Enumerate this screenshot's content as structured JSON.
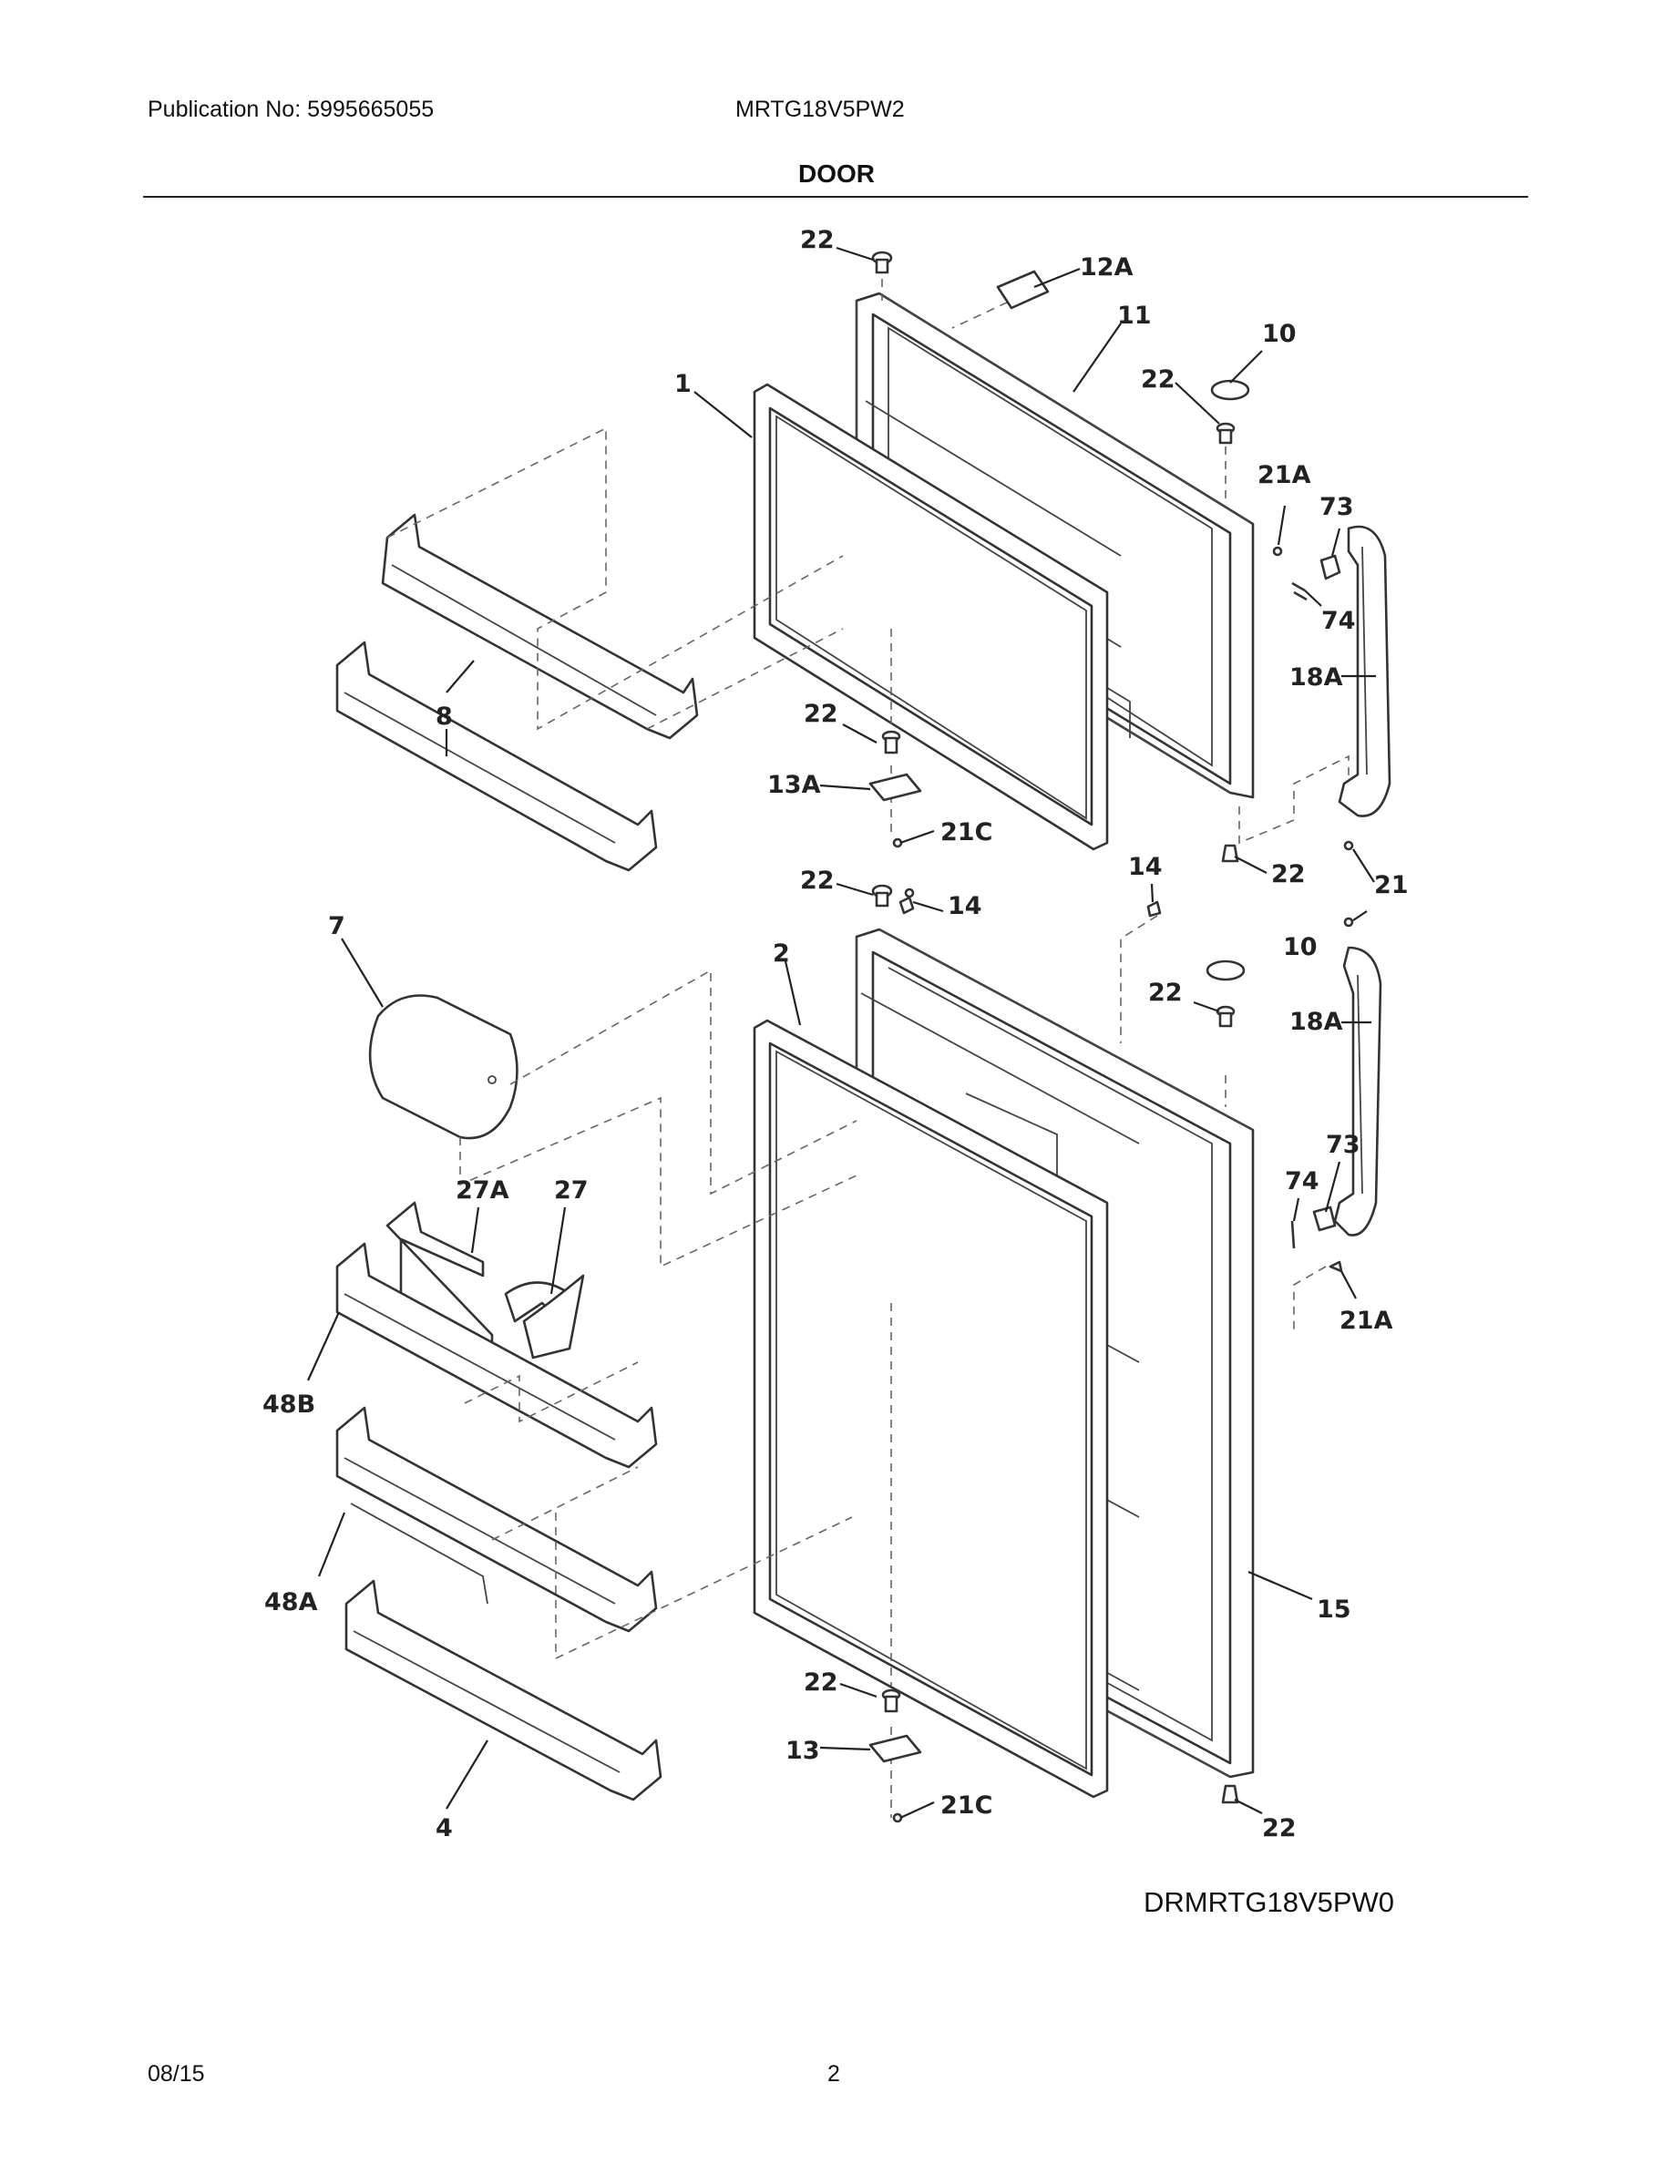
{
  "header": {
    "publication": "Publication No: 5995665055",
    "model": "MRTG18V5PW2",
    "section_title": "DOOR"
  },
  "callouts": {
    "c22a": "22",
    "c12A": "12A",
    "c11": "11",
    "c10a": "10",
    "c22b": "22",
    "c1": "1",
    "c21Aa": "21A",
    "c73a": "73",
    "c74a": "74",
    "c18Aa": "18A",
    "c8": "8",
    "c22c": "22",
    "c13A": "13A",
    "c21Ca": "21C",
    "c14a": "14",
    "c22d": "22",
    "c22e": "22",
    "c14b": "14",
    "c21": "21",
    "c7": "7",
    "c2": "2",
    "c10b": "10",
    "c22f": "22",
    "c18Ab": "18A",
    "c73b": "73",
    "c74b": "74",
    "c27A": "27A",
    "c27": "27",
    "c21Ab": "21A",
    "c48B": "48B",
    "c48A": "48A",
    "c15": "15",
    "c22g": "22",
    "c13": "13",
    "c21Cb": "21C",
    "c4": "4",
    "c22h": "22"
  },
  "footer": {
    "drawing_id": "DRMRTG18V5PW0",
    "date": "08/15",
    "page": "2"
  }
}
